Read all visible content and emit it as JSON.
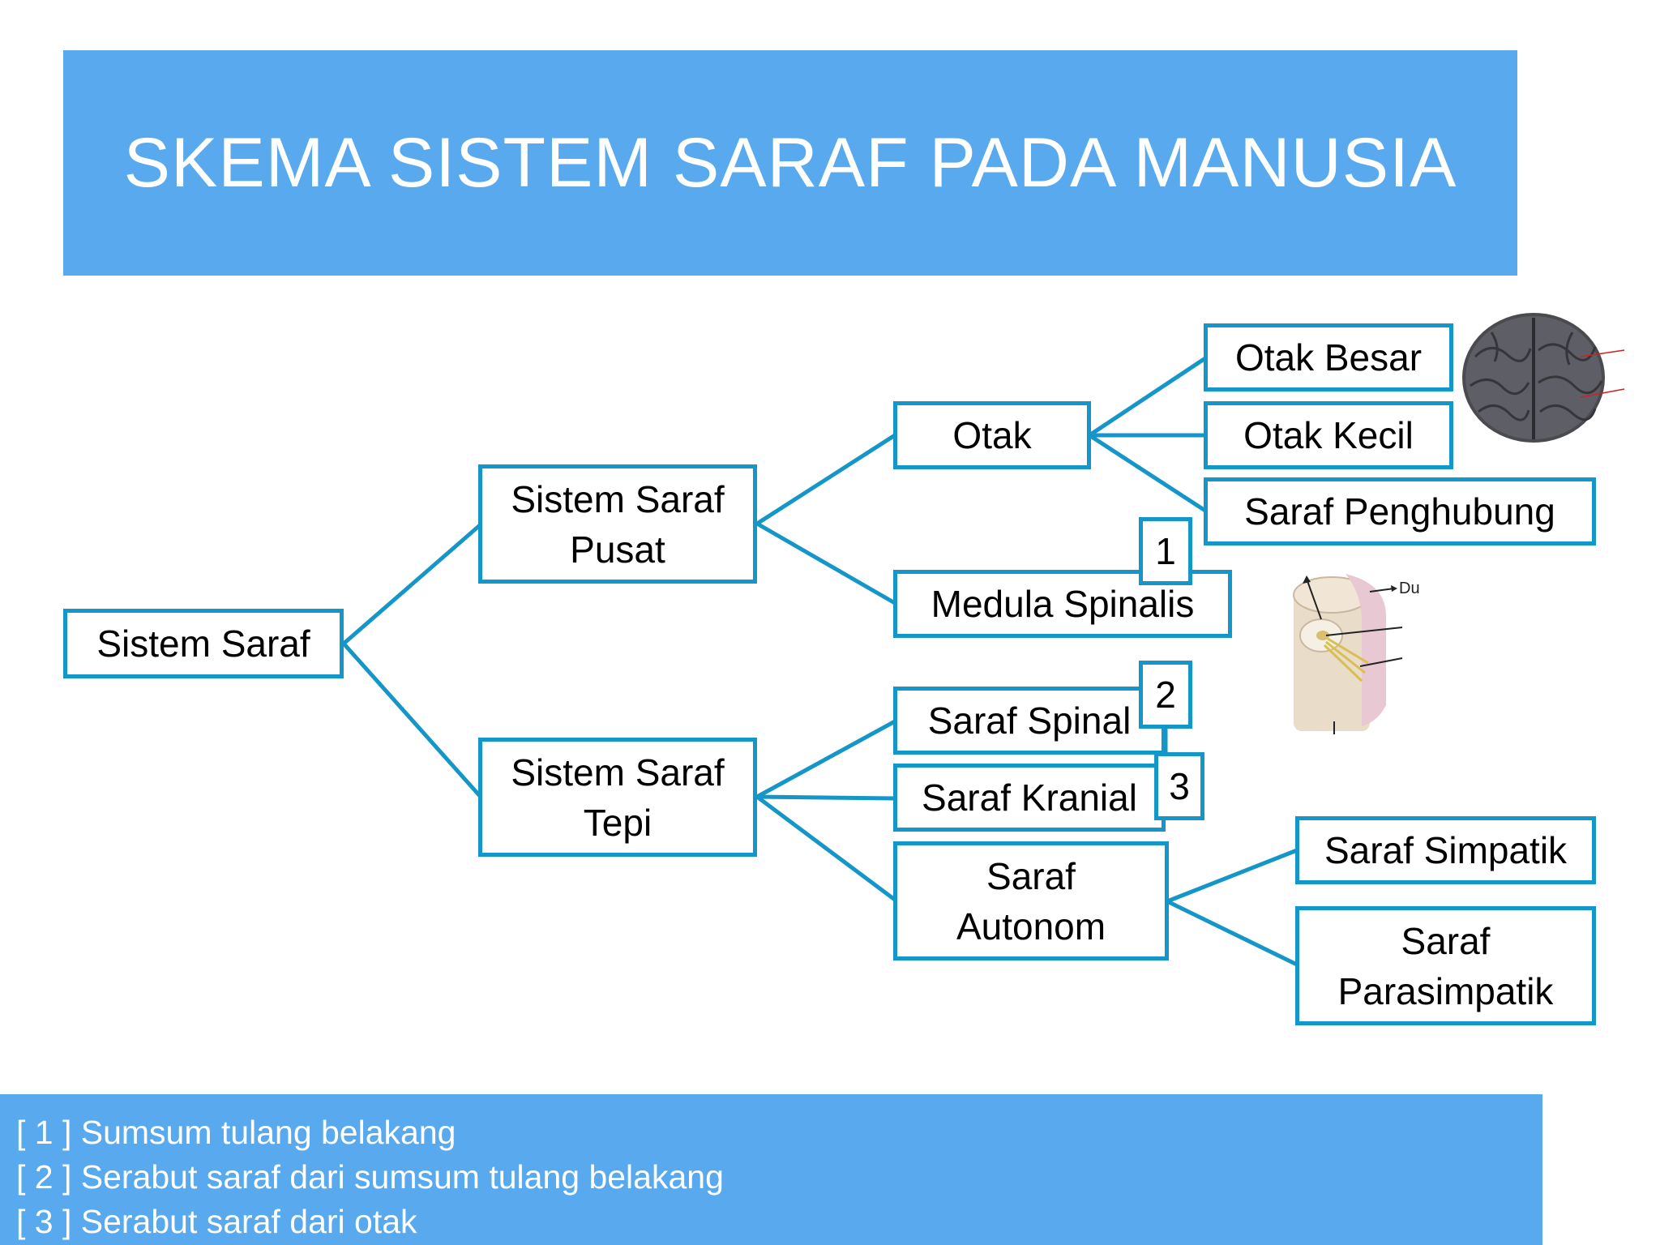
{
  "title": "SKEMA SISTEM SARAF PADA MANUSIA",
  "nodes": {
    "sistem_saraf": "Sistem Saraf",
    "ssp": "Sistem Saraf\nPusat",
    "sst": "Sistem Saraf\nTepi",
    "otak": "Otak",
    "medula": "Medula Spinalis",
    "otak_besar": "Otak Besar",
    "otak_kecil": "Otak Kecil",
    "saraf_penghubung": "Saraf Penghubung",
    "saraf_spinal": "Saraf Spinal",
    "saraf_kranial": "Saraf Kranial",
    "saraf_autonom": "Saraf\nAutonom",
    "saraf_simpatik": "Saraf Simpatik",
    "saraf_parasimpatik": "Saraf\nParasimpatik"
  },
  "markers": [
    "1",
    "2",
    "3"
  ],
  "spinal_image_label": "Du",
  "legend": [
    "[ 1 ] Sumsum tulang belakang",
    "[ 2 ] Serabut saraf dari sumsum tulang belakang",
    "[ 3 ] Serabut saraf dari otak"
  ],
  "colors": {
    "title_bar": "#59a9ee",
    "legend_bar": "#59a9ee",
    "box_border": "#1596c9",
    "connector": "#1596c9"
  }
}
